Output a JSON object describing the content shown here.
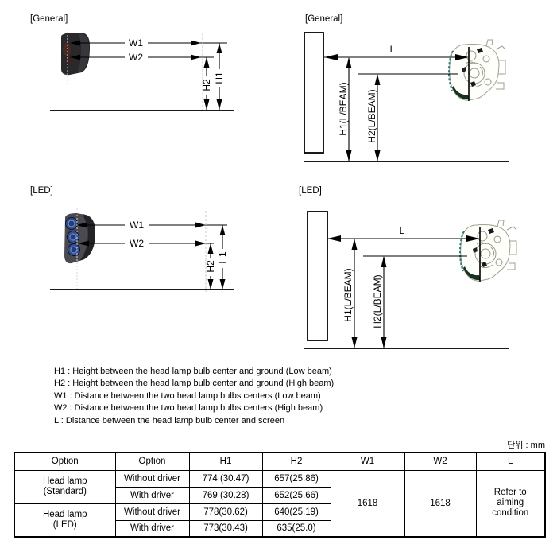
{
  "page": {
    "unit_label": "단위 : mm"
  },
  "diagrams": {
    "front_general": {
      "title": "[General]",
      "labels": {
        "w1": "W1",
        "w2": "W2",
        "h1": "H1",
        "h2": "H2"
      }
    },
    "side_general": {
      "title": "[General]",
      "labels": {
        "l": "L",
        "h1": "H1(L/BEAM)",
        "h2": "H2(L/BEAM)"
      }
    },
    "front_led": {
      "title": "[LED]",
      "labels": {
        "w1": "W1",
        "w2": "W2",
        "h1": "H1",
        "h2": "H2"
      }
    },
    "side_led": {
      "title": "[LED]",
      "labels": {
        "l": "L",
        "h1": "H1(L/BEAM)",
        "h2": "H2(L/BEAM)"
      }
    }
  },
  "legend": {
    "lines": [
      "H1 : Height between the head lamp bulb center and ground (Low beam)",
      "H2 : Height between the head lamp bulb center and ground (High beam)",
      "W1 : Distance between the two head lamp bulbs centers (Low beam)",
      "W2 : Distance between the two head lamp bulbs centers (High beam)",
      "L : Distance between the head lamp bulb center and screen"
    ]
  },
  "table": {
    "headers": [
      "Option",
      "Option",
      "H1",
      "H2",
      "W1",
      "W2",
      "L"
    ],
    "groups": [
      {
        "name": "Head lamp\n(Standard)"
      },
      {
        "name": "Head lamp\n(LED)"
      }
    ],
    "rows": [
      {
        "driver": "Without driver",
        "h1": "774 (30.47)",
        "h2": "657(25.86)"
      },
      {
        "driver": "With driver",
        "h1": "769 (30.28)",
        "h2": "652(25.66)"
      },
      {
        "driver": "Without driver",
        "h1": "778(30.62)",
        "h2": "640(25.19)"
      },
      {
        "driver": "With driver",
        "h1": "773(30.43)",
        "h2": "635(25.0)"
      }
    ],
    "w1": "1618",
    "w2": "1618",
    "l": "Refer to\naiming\ncondition"
  },
  "colors": {
    "led_lens_blue": "#2f4f96",
    "lamp_seal_teal": "#2a7a78",
    "line_black": "#000000"
  }
}
